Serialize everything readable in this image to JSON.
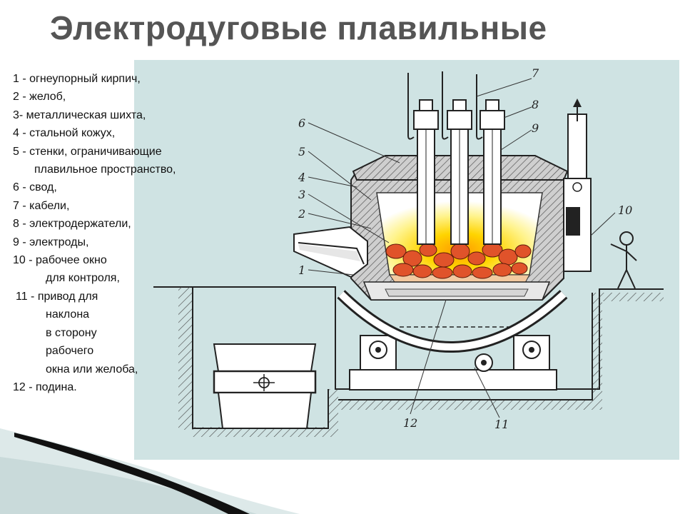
{
  "title": "Электродуговые плавильные",
  "legend": [
    "1 - огнеупорный кирпич,",
    "2 - желоб,",
    "3- металлическая шихта,",
    "4 - стальной кожух,",
    "5 - стенки, ограничивающие",
    "      плавильное пространство,",
    "6 - свод,",
    "7 - кабели,",
    "8 - электродержатели,",
    "9 - электроды,",
    "10 - рабочее окно",
    "       для контроля,",
    " 11 - привод для",
    "       наклона",
    "       в сторону",
    "       рабочего",
    "       окна или желоба,",
    "12 - подина."
  ],
  "callouts": [
    "1",
    "2",
    "3",
    "4",
    "5",
    "6",
    "7",
    "8",
    "9",
    "10",
    "11",
    "12"
  ],
  "colors": {
    "panel": "#cfe3e3",
    "title": "#555555",
    "ribbon": "#111111"
  }
}
